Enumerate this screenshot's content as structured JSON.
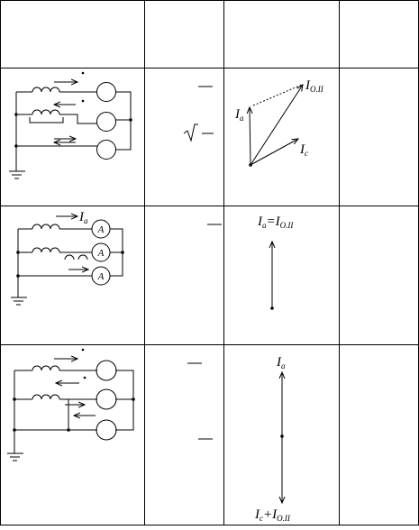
{
  "table": {
    "rows": [
      {
        "circuit": {
          "meters": [
            "",
            "",
            ""
          ]
        },
        "formula_marks": [
          "—",
          "√",
          "—"
        ],
        "vector": {
          "labels": [
            {
              "main": "I",
              "sub": "O.II"
            },
            {
              "main": "I",
              "sub": "a"
            },
            {
              "main": "I",
              "sub": "c"
            }
          ]
        }
      },
      {
        "circuit": {
          "current_label": {
            "main": "I",
            "sub": "a"
          },
          "meters": [
            "A",
            "A",
            "A"
          ]
        },
        "formula_marks": [
          "—"
        ],
        "vector": {
          "top_label": {
            "a_main": "I",
            "a_sub": "a",
            "eq": "=",
            "b_main": "I",
            "b_sub": "O.II"
          }
        }
      },
      {
        "circuit": {
          "meters": [
            "",
            "",
            ""
          ]
        },
        "formula_marks": [
          "—",
          "—"
        ],
        "vector": {
          "top_label": {
            "main": "I",
            "sub": "a"
          },
          "bottom_label": {
            "a_main": "I",
            "a_sub": "c",
            "plus": "+",
            "b_main": "I",
            "b_sub": "O.II"
          }
        }
      }
    ]
  }
}
